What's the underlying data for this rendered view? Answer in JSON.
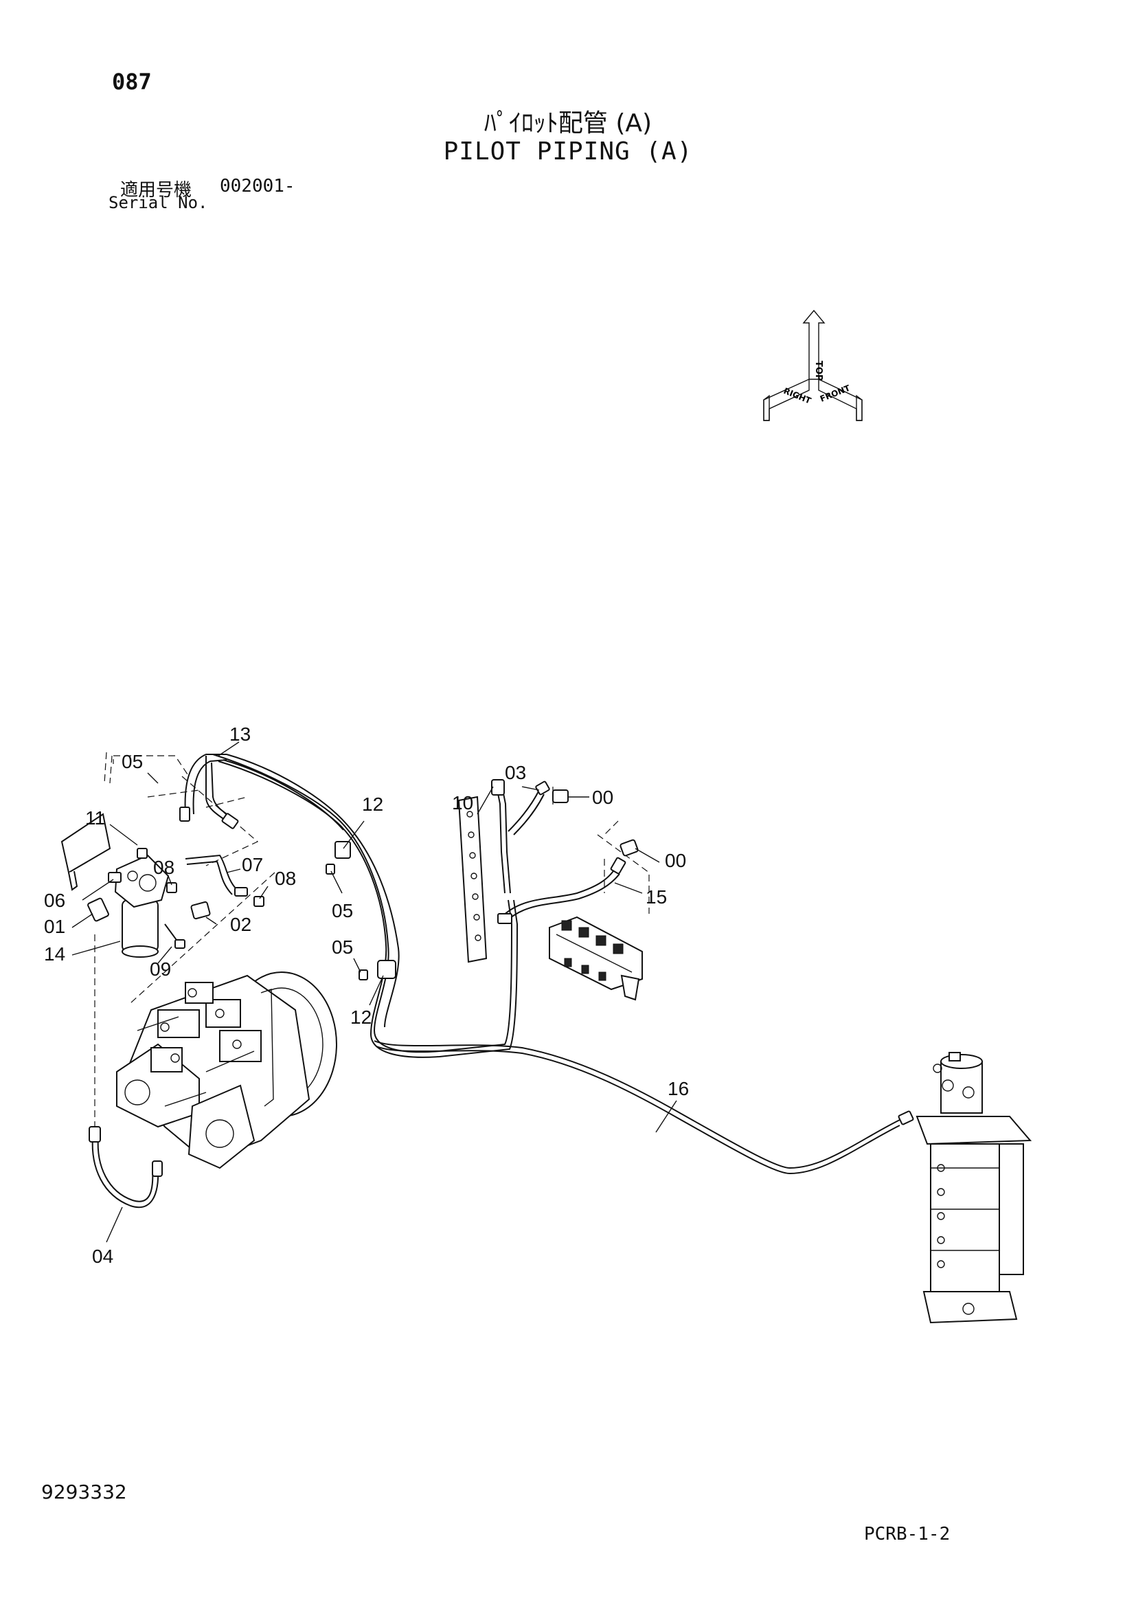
{
  "header": {
    "page_number": "087",
    "title_jp": "ﾊﾟｲﾛｯﾄ配管 (A)",
    "title_en": "PILOT PIPING (A)",
    "serial_label_jp": "適用号機",
    "serial_label_en": "Serial No.",
    "serial_number": "002001-"
  },
  "footer": {
    "drawing_number": "9293332",
    "sheet_code": "PCRB-1-2"
  },
  "orientation": {
    "top": "TOP",
    "right": "RIGHT",
    "front": "FRONT"
  },
  "callouts": [
    "13",
    "05",
    "11",
    "08",
    "07",
    "08",
    "06",
    "02",
    "01",
    "09",
    "14",
    "12",
    "05",
    "05",
    "12",
    "03",
    "10",
    "00",
    "00",
    "15",
    "16",
    "04"
  ]
}
